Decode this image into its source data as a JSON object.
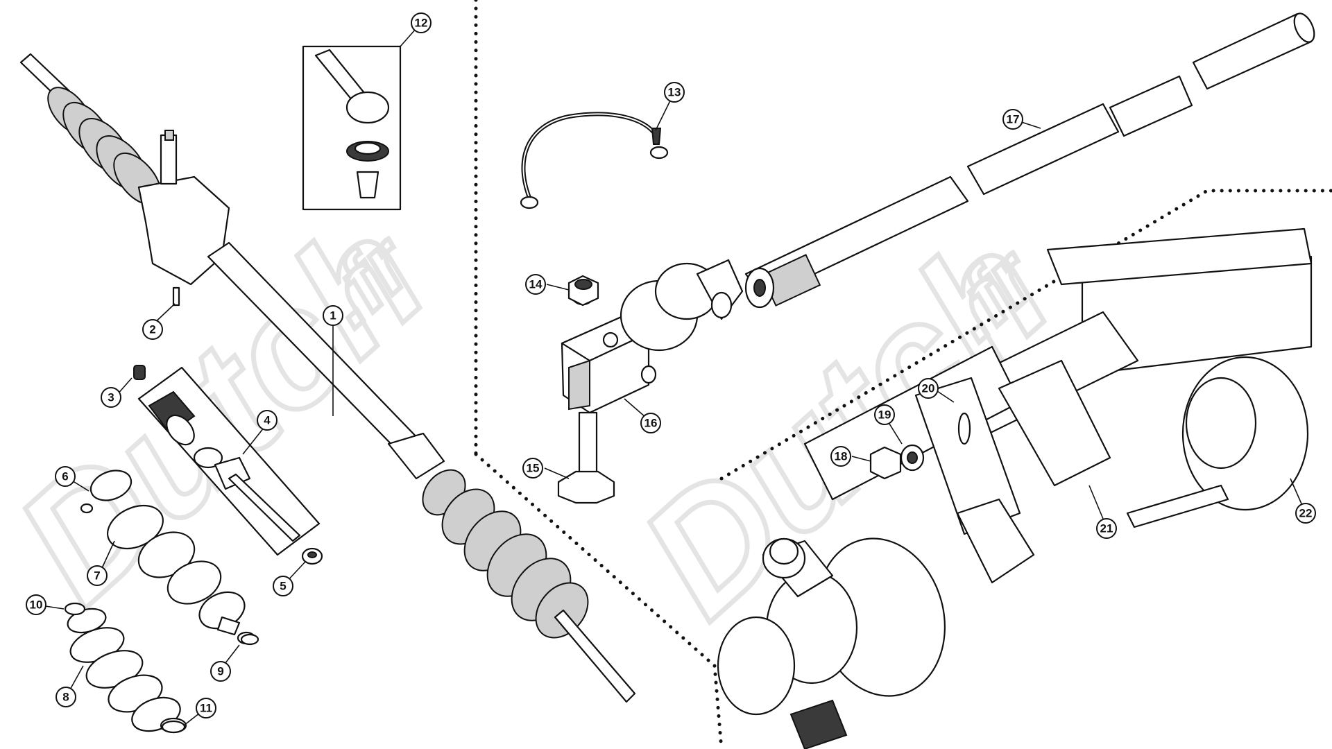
{
  "watermark": {
    "brand": "Dutch",
    "suffix": ".fr"
  },
  "callouts": [
    "1",
    "2",
    "3",
    "4",
    "5",
    "6",
    "7",
    "8",
    "9",
    "10",
    "11",
    "12",
    "13",
    "14",
    "15",
    "16",
    "17",
    "18",
    "19",
    "20",
    "21",
    "22"
  ],
  "colors": {
    "ink": "#111111",
    "background": "#ffffff",
    "watermark": "#e4e4e4"
  }
}
